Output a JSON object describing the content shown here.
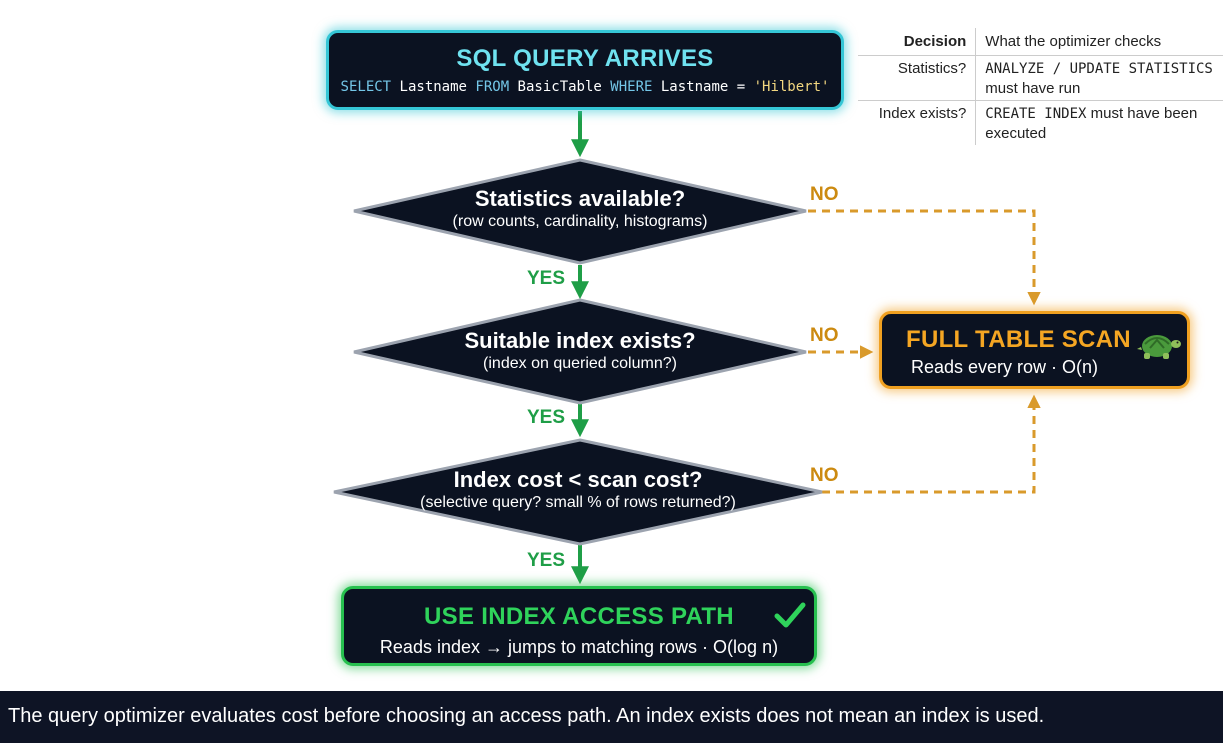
{
  "nodes": {
    "query": {
      "title": "SQL QUERY ARRIVES",
      "sql": {
        "kw_select": "SELECT",
        "col1": " Lastname ",
        "kw_from": "FROM",
        "table": " BasicTable ",
        "kw_where": "WHERE",
        "cond": " Lastname = ",
        "literal": "'Hilbert'"
      }
    },
    "statistics": {
      "title": "Statistics available?",
      "subtitle": "(row counts, cardinality, histograms)"
    },
    "index_exists": {
      "title": "Suitable index exists?",
      "subtitle": "(index on queried column?)"
    },
    "cost": {
      "title": "Index cost < scan cost?",
      "subtitle": "(selective query? small % of rows returned?)"
    },
    "full_scan": {
      "title": "FULL TABLE SCAN",
      "subtitle": "Reads every row · O(n)",
      "icon": "turtle-icon"
    },
    "use_index": {
      "title": "USE INDEX ACCESS PATH",
      "subtitle": "Reads index → jumps to matching rows · O(log n)",
      "icon": "check-icon"
    }
  },
  "edges": {
    "yes": "YES",
    "no": "NO"
  },
  "table": {
    "header": {
      "decision": "Decision",
      "check": "What the optimizer checks"
    },
    "rows": [
      {
        "decision": "Statistics?",
        "check_code": "ANALYZE / UPDATE STATISTICS",
        "check_text": "must have run"
      },
      {
        "decision": "Index exists?",
        "check_code": "CREATE INDEX",
        "check_text": " must have been executed"
      }
    ]
  },
  "caption": "The query optimizer evaluates cost before choosing an access path. An index exists does not mean an index is used.",
  "colors": {
    "query_border": "#35c6d6",
    "scan_border": "#f0a020",
    "index_border": "#27c04f",
    "yes_arrow": "#1f9e47",
    "no_arrow": "#d99a2b",
    "box_fill": "#0b1221"
  }
}
